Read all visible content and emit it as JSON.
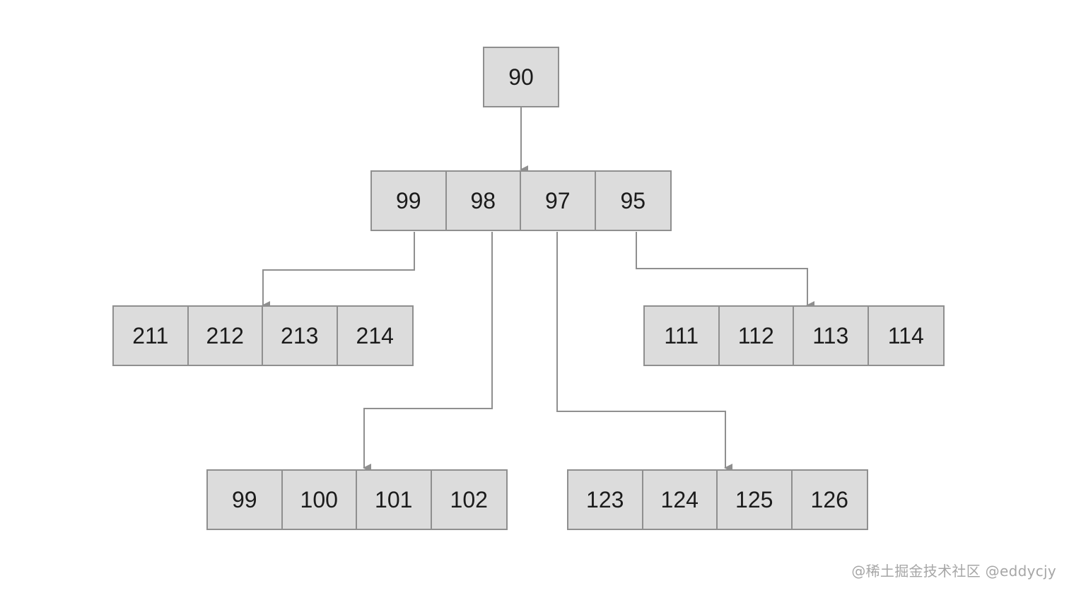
{
  "colors": {
    "node_fill": "#dcdcdc",
    "node_border": "#8f8f8f",
    "arrow": "#8f8f8f",
    "text": "#1b1b1b",
    "watermark": "#a6a6a6"
  },
  "diagram": {
    "root": {
      "keys": [
        "90"
      ]
    },
    "level1": {
      "keys": [
        "99",
        "98",
        "97",
        "95"
      ]
    },
    "left_leaf": {
      "keys": [
        "211",
        "212",
        "213",
        "214"
      ]
    },
    "right_leaf": {
      "keys": [
        "111",
        "112",
        "113",
        "114"
      ]
    },
    "bottom_left_leaf": {
      "keys": [
        "99",
        "100",
        "101",
        "102"
      ]
    },
    "bottom_right_leaf": {
      "keys": [
        "123",
        "124",
        "125",
        "126"
      ]
    }
  },
  "watermark": {
    "text": "@稀土掘金技术社区 @eddycjy"
  }
}
